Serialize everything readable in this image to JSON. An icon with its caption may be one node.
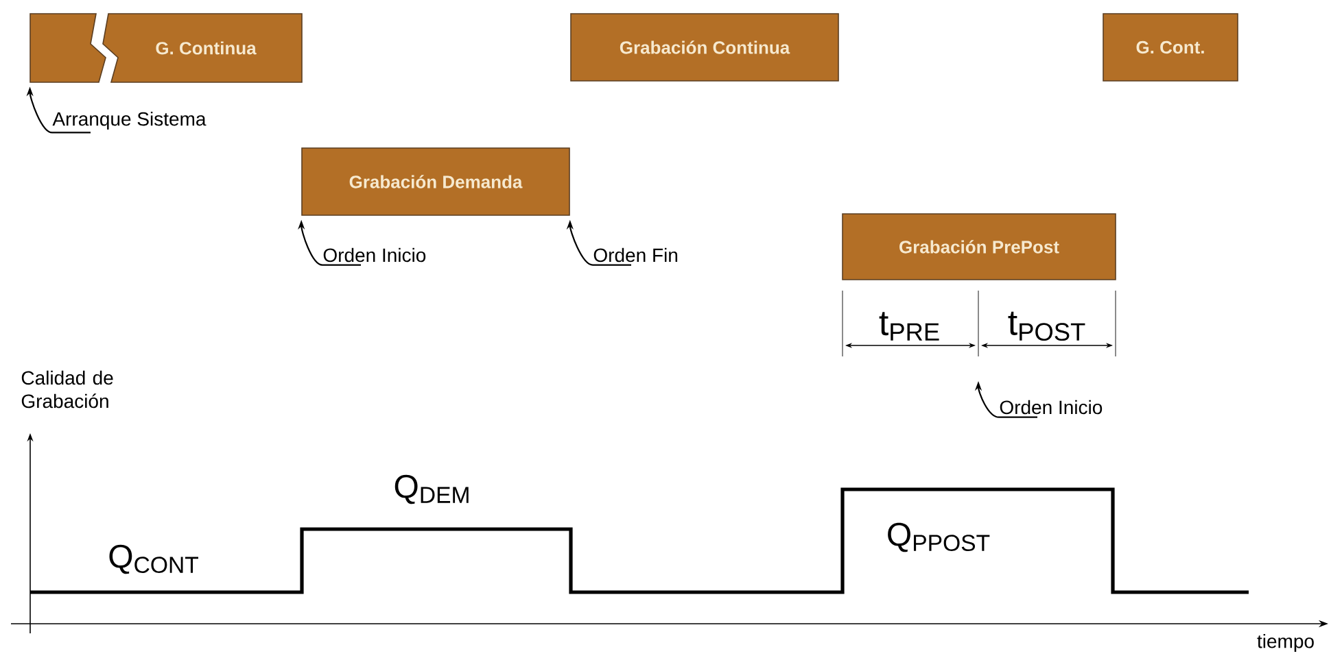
{
  "diagram": {
    "nodes": [
      {
        "text": [
          "G. Continua"
        ]
      },
      {
        "text": [
          "Grabación Continua"
        ]
      },
      {
        "text": [
          "G. Cont."
        ]
      },
      {
        "text": [
          "Grabación Demanda"
        ]
      },
      {
        "text": [
          "Grabación PrePost"
        ]
      },
      {
        "text": [
          "Arranque Sistema"
        ]
      },
      {
        "text": [
          "Orden Inicio"
        ]
      },
      {
        "text": [
          "Orden Fin"
        ]
      },
      {
        "text": [
          "Orden Inicio"
        ]
      }
    ],
    "edges": [
      {
        "from": 5,
        "to": 0,
        "arrow": "to"
      },
      {
        "from": 6,
        "to": 3,
        "arrow": "to"
      },
      {
        "from": 7,
        "to": 3,
        "arrow": "to"
      },
      {
        "from": 8,
        "to": null,
        "arrow": "to"
      }
    ],
    "labels": [
      "t$_{PRE}$",
      "t$_{POST}$",
      "Calidad de Grabación",
      "Q$_{CONT}$",
      "Q$_{DEM}$",
      "Q$_{PPOST}$",
      "tiempo"
    ]
  }
}
